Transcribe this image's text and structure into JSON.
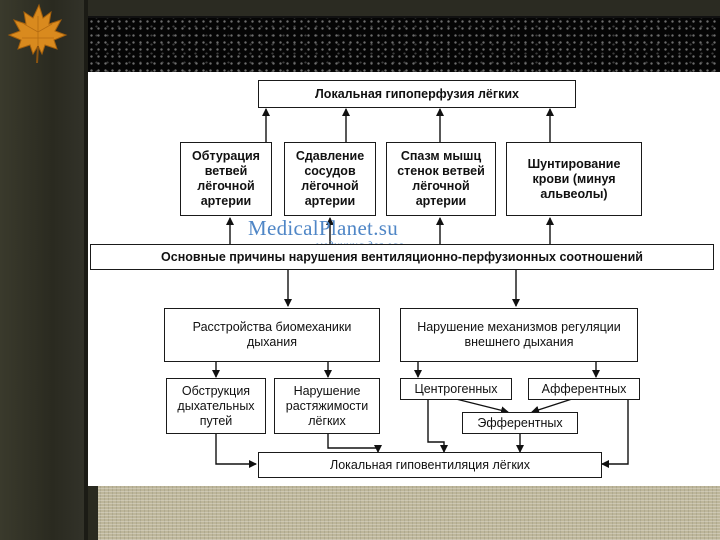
{
  "diagram": {
    "top_box": "Локальная гипоперфузия лёгких",
    "perfusion_causes": [
      "Обтурация ветвей лёгочной артерии",
      "Сдавление сосудов лёгочной артерии",
      "Спазм мышц стенок ветвей лёгочной артерии",
      "Шунтирование крови (минуя альвеолы)"
    ],
    "main_banner": "Основные причины нарушения вентиляционно-перфузионных соотношений",
    "branch_left": "Расстройства биомеханики дыхания",
    "branch_right": "Нарушение механизмов регуляции внешнего дыхания",
    "left_subs": [
      "Обструкция дыхательных путей",
      "Нарушение растяжимости лёгких"
    ],
    "right_subs": [
      "Центрогенных",
      "Афферентных",
      "Эфферентных"
    ],
    "bottom_box": "Локальная гиповентиляция лёгких"
  },
  "watermark": {
    "site": "MedicalPlanet.su",
    "tagline": "– медицина для вас."
  },
  "colors": {
    "watermark": "#4f86c6",
    "frame_dark": "#2b2b22",
    "bottom_band": "#bdb69a",
    "leaf": "#d98a1e"
  },
  "icons": {
    "logo": "maple-leaf-icon"
  }
}
